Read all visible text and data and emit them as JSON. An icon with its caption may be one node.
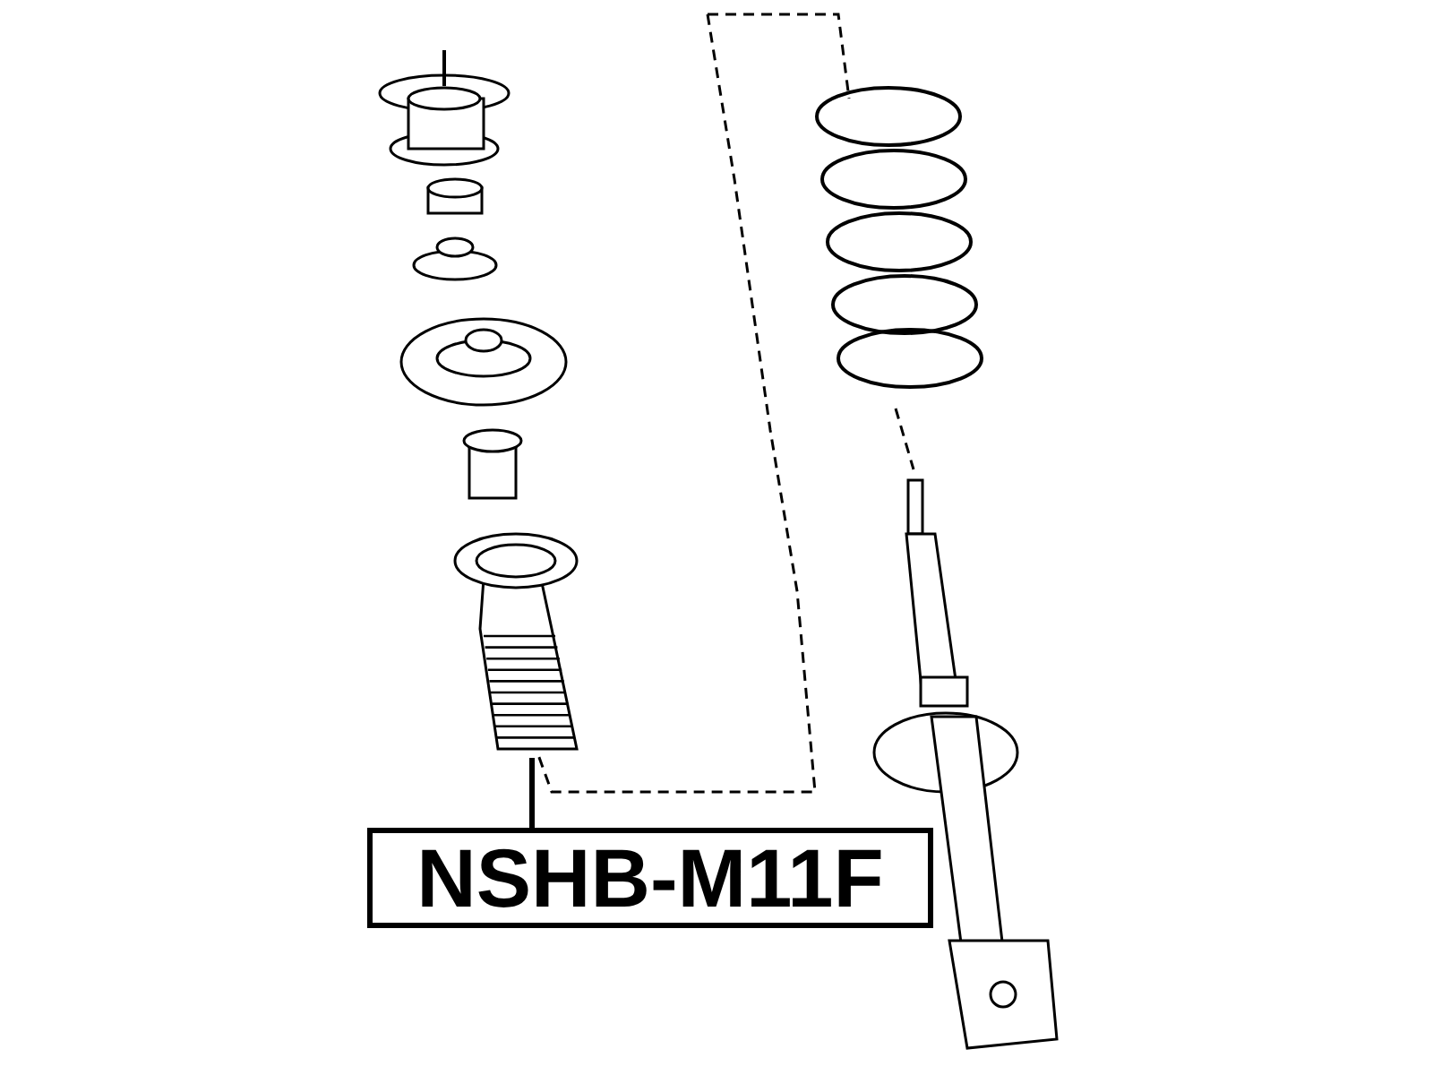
{
  "diagram": {
    "nodes": [
      {
        "text": [
          "NSHB-M11F"
        ]
      },
      {
        "text": [],
        "shape": "picture"
      }
    ],
    "edges": [
      {
        "from": 0,
        "to": 1,
        "arrow": "none"
      }
    ]
  }
}
